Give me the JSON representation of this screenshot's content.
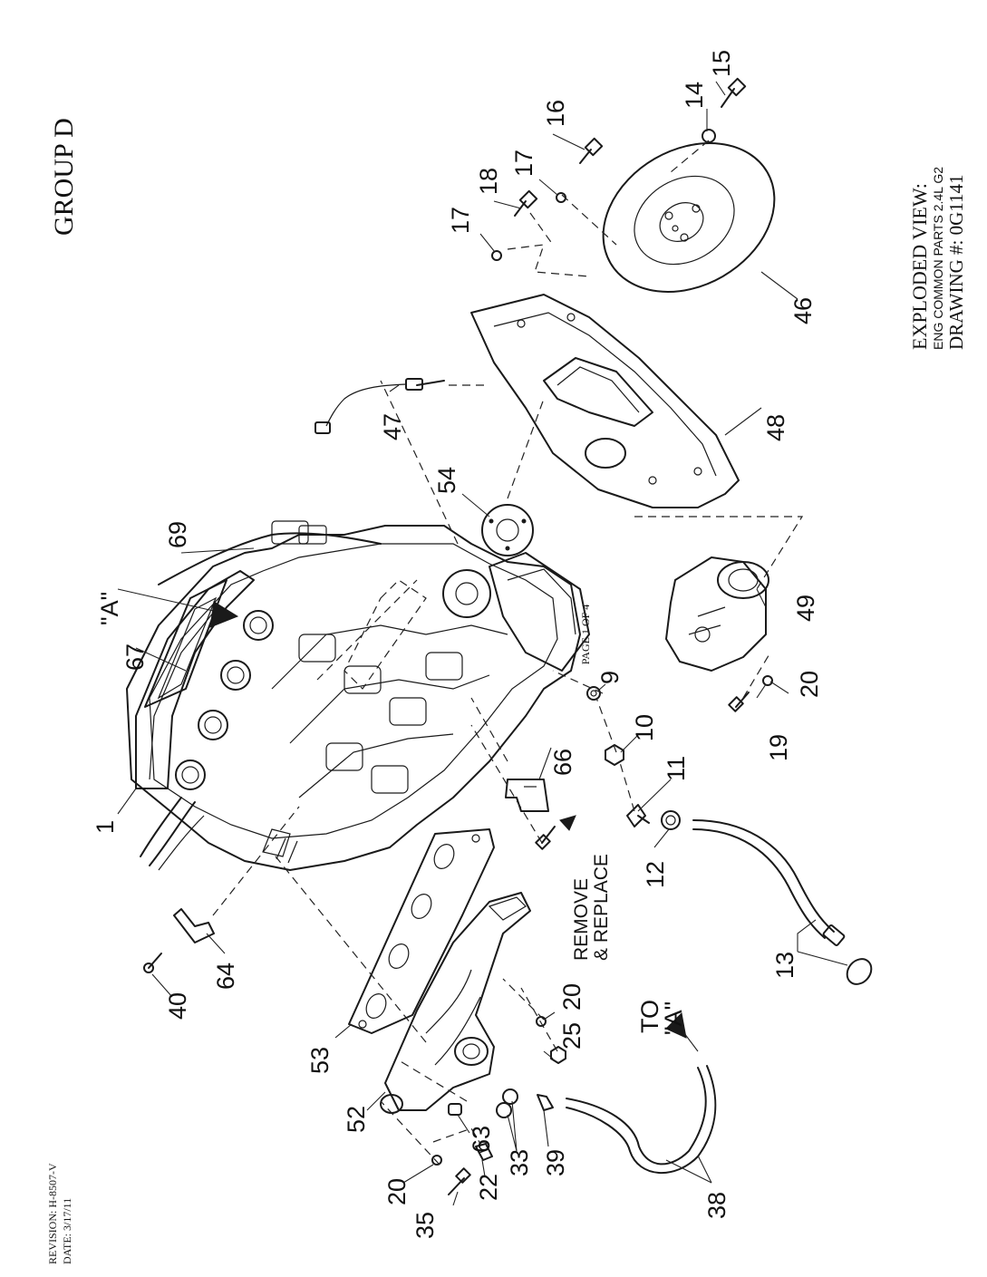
{
  "header": {
    "group": "GROUP D"
  },
  "title_block": {
    "line1": "EXPLODED VIEW:",
    "line2": "ENG COMMON PARTS 2.4L G2",
    "line3": "DRAWING #: 0G1141"
  },
  "footer": {
    "page": "PAGE 1 OF 4",
    "revision": "REVISION: H-8507-V",
    "date": "DATE: 3/17/11"
  },
  "annotations": {
    "view_a": "\"A\"",
    "to_line1": "TO",
    "to_line2": "\"A\"",
    "remove_line1": "REMOVE",
    "remove_line2": "& REPLACE"
  },
  "callouts": {
    "c1": "1",
    "c9": "9",
    "c10": "10",
    "c11": "11",
    "c12": "12",
    "c13": "13",
    "c14": "14",
    "c15": "15",
    "c16": "16",
    "c17a": "17",
    "c17b": "17",
    "c18": "18",
    "c19": "19",
    "c20a": "20",
    "c20b": "20",
    "c20c": "20",
    "c22": "22",
    "c25": "25",
    "c33": "33",
    "c35": "35",
    "c38": "38",
    "c39": "39",
    "c40": "40",
    "c46": "46",
    "c47": "47",
    "c48": "48",
    "c49": "49",
    "c52": "52",
    "c53": "53",
    "c54": "54",
    "c63": "63",
    "c64": "64",
    "c66": "66",
    "c67": "67",
    "c69": "69"
  }
}
